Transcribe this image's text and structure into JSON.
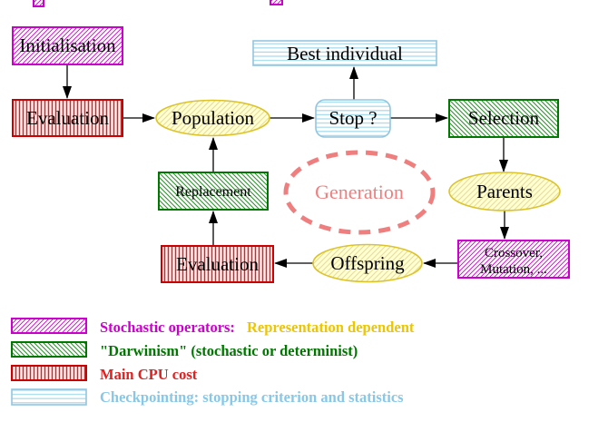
{
  "nodes": {
    "initialisation": "Initialisation",
    "evaluation_top": "Evaluation",
    "population": "Population",
    "best_individual": "Best individual",
    "stop": "Stop ?",
    "selection": "Selection",
    "replacement": "Replacement",
    "generation": "Generation",
    "parents": "Parents",
    "evaluation_bottom": "Evaluation",
    "offspring": "Offspring",
    "crossover_line1": "Crossover,",
    "crossover_line2": "Mutation, ..."
  },
  "legend": {
    "stochastic_label": "Stochastic operators:",
    "stochastic_suffix": "Representation dependent",
    "darwinism_label": "\"Darwinism\" (stochastic or determinist)",
    "cpu_label": "Main CPU cost",
    "checkpointing_label": "Checkpointing: stopping criterion and statistics"
  },
  "legend_swatches": [
    "magenta-diagonal-hatch",
    "green-diagonal-hatch",
    "red-vertical-lines",
    "cyan-horizontal-lines"
  ],
  "colors": {
    "magenta": "#cc00cc",
    "green": "#007700",
    "green_hatch": "#2a8c2a",
    "red": "#cc0000",
    "red_hatch": "#dd2222",
    "blue_border": "#92c5e0",
    "cyan_hatch": "#a8dcec",
    "gold_border": "#dcc32a",
    "yellow_hatch": "#eedd88",
    "yellow_fill": "#ffffd6",
    "yellow_text": "#edc500",
    "salmon": "#ef7f7f",
    "lightblue_text": "#87c8e8"
  }
}
